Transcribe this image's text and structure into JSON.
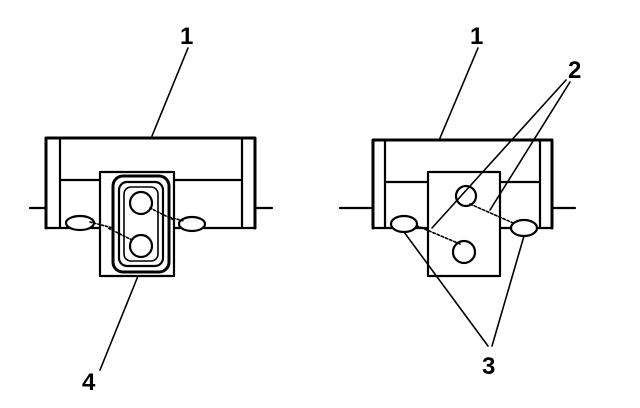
{
  "callouts": {
    "left_top": "1",
    "left_bottom": "4",
    "right_top": "1",
    "right_springs": "2",
    "right_bottom": "3"
  },
  "colors": {
    "ink": "#000000",
    "paper": "#ffffff"
  }
}
